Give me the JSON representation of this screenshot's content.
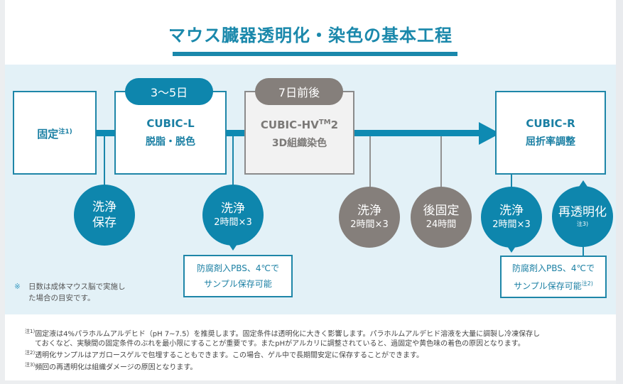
{
  "title": "マウス臓器透明化・染色の基本工程",
  "colors": {
    "accent_blue": "#0e86ad",
    "title_blue": "#1a88ab",
    "grey_step": "#857f7b",
    "flow_background": "#e3f1f7"
  },
  "steps": [
    {
      "id": "fix",
      "label": "固定",
      "note_ref": "注1)"
    },
    {
      "id": "cubic-l",
      "duration": "3〜5日",
      "name": "CUBIC-L",
      "description": "脱脂・脱色"
    },
    {
      "id": "cubic-hv2",
      "duration": "7日前後",
      "name_prefix": "CUBIC-HV",
      "name_tm": "TM",
      "name_suffix": "2",
      "description": "3D組織染色"
    },
    {
      "id": "cubic-r",
      "name": "CUBIC-R",
      "description": "屈折率調整"
    }
  ],
  "sub_steps": [
    {
      "line1": "洗浄",
      "line2": "保存"
    },
    {
      "line1": "洗浄",
      "line2": "2時間×3"
    },
    {
      "line1": "洗浄",
      "line2": "2時間×3"
    },
    {
      "line1": "後固定",
      "line2": "24時間"
    },
    {
      "line1": "洗浄",
      "line2": "2時間×3"
    },
    {
      "line1": "再透明化",
      "note_ref": "注3)"
    }
  ],
  "storage_notes": [
    {
      "line1": "防腐剤入PBS、4℃で",
      "line2": "サンプル保存可能"
    },
    {
      "line1": "防腐剤入PBS、4℃で",
      "line2": "サンプル保存可能",
      "note_ref": "注2)"
    }
  ],
  "remark": {
    "mark": "※",
    "line1": "日数は成体マウス脳で実施し",
    "line2": "た場合の目安です。"
  },
  "footnotes": [
    {
      "num": "注1)",
      "lines": [
        "固定液は4%パラホルムアルデヒド（pH 7~7.5）を推奨します。固定条件は透明化に大きく影響します。パラホルムアルデヒド溶液を大量に調製し冷凍保存し",
        "ておくなど、実験間の固定条件のぶれを最小限にすることが重要です。またpHがアルカリに調整されていると、過固定や黄色味の着色の原因となります。"
      ]
    },
    {
      "num": "注2)",
      "lines": [
        "透明化サンプルはアガロースゲルで包埋することもできます。この場合、ゲル中で長期間安定に保存することができます。"
      ]
    },
    {
      "num": "注3)",
      "lines": [
        "頻回の再透明化は組織ダメージの原因となります。"
      ]
    }
  ]
}
